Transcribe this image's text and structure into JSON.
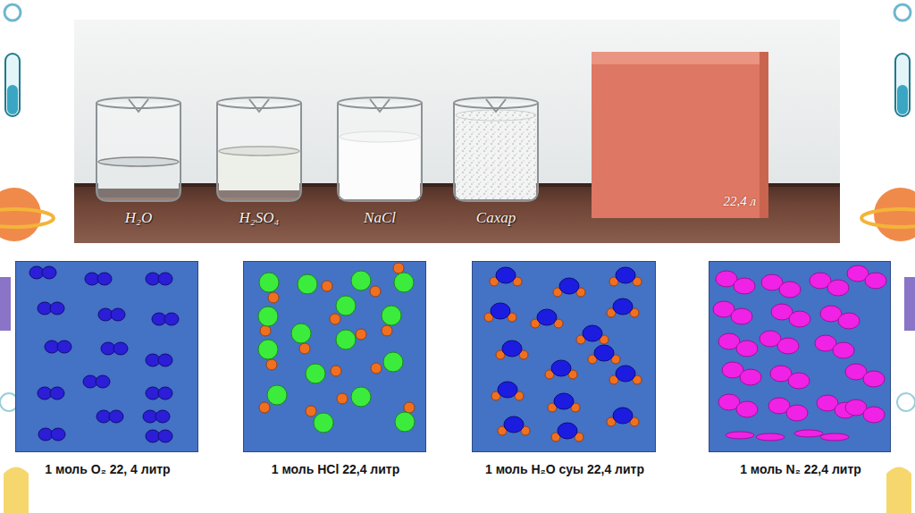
{
  "diagram": {
    "nodes": [
      {
        "text": [
          "H₂O"
        ]
      },
      {
        "text": [
          "H₂SO₄"
        ]
      },
      {
        "text": [
          "NaCl"
        ]
      },
      {
        "text": [
          "Сахар"
        ]
      },
      {
        "text": [
          "22,4 л"
        ]
      },
      {
        "text": [
          "1 моль O₂ 22, 4 литр"
        ]
      },
      {
        "text": [
          "1 моль HCl 22,4 литр"
        ]
      },
      {
        "text": [
          "1 моль H₂O суы 22,4 литр"
        ]
      },
      {
        "text": [
          "1 моль N₂ 22,4 литр"
        ]
      }
    ]
  }
}
